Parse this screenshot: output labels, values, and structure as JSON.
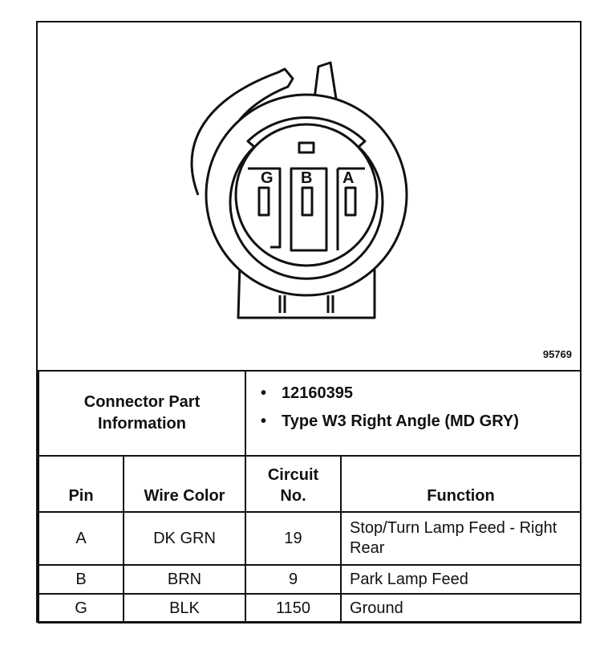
{
  "figure_number": "95769",
  "connector_info": {
    "label": "Connector Part Information",
    "items": [
      "12160395",
      "Type W3 Right Angle (MD GRY)"
    ]
  },
  "pin_labels": [
    "G",
    "B",
    "A"
  ],
  "table": {
    "headers": [
      "Pin",
      "Wire Color",
      "Circuit No.",
      "Function"
    ],
    "rows": [
      {
        "pin": "A",
        "wire_color": "DK GRN",
        "circuit": "19",
        "function": "Stop/Turn Lamp Feed - Right Rear"
      },
      {
        "pin": "B",
        "wire_color": "BRN",
        "circuit": "9",
        "function": "Park Lamp Feed"
      },
      {
        "pin": "G",
        "wire_color": "BLK",
        "circuit": "1150",
        "function": "Ground"
      }
    ]
  }
}
